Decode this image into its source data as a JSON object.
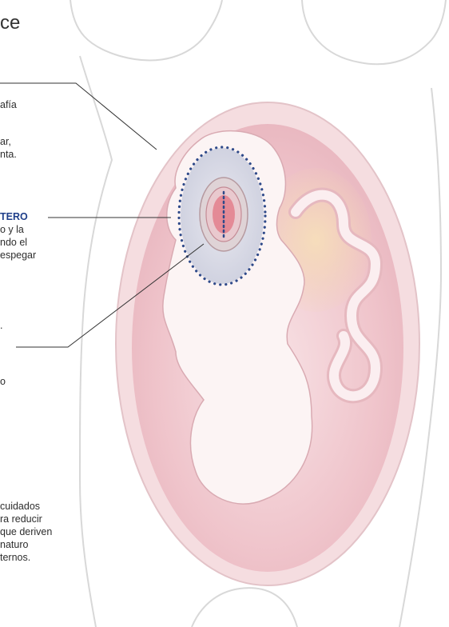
{
  "title_fragment": "ce",
  "text_block_1": {
    "lines": [
      "afía",
      "",
      "ar,",
      "nta."
    ]
  },
  "text_block_2": {
    "heading": "TERO",
    "lines": [
      "o y la",
      "ndo el",
      "espegar"
    ]
  },
  "text_block_3": {
    "lines": [
      "."
    ]
  },
  "text_block_4": {
    "lines": [
      "o"
    ]
  },
  "text_block_5": {
    "lines": [
      "cuidados",
      "ra reducir",
      "que deriven",
      "naturo",
      "ternos."
    ]
  },
  "colors": {
    "outline": "#d8d8d8",
    "uterus_outer": "#f2d0d4",
    "uterus_inner": "#eab8c0",
    "fetus": "#fbf2f2",
    "fetus_outline": "#d9aab2",
    "incision_dots": "#2f4a8a",
    "placenta": "#f3d6b0",
    "callout_line": "#333333",
    "heading": "#1f3f8a"
  },
  "icons": {
    "fetus": "fetus-illustration",
    "uterus": "uterus-illustration",
    "cord": "umbilical-cord-illustration"
  }
}
